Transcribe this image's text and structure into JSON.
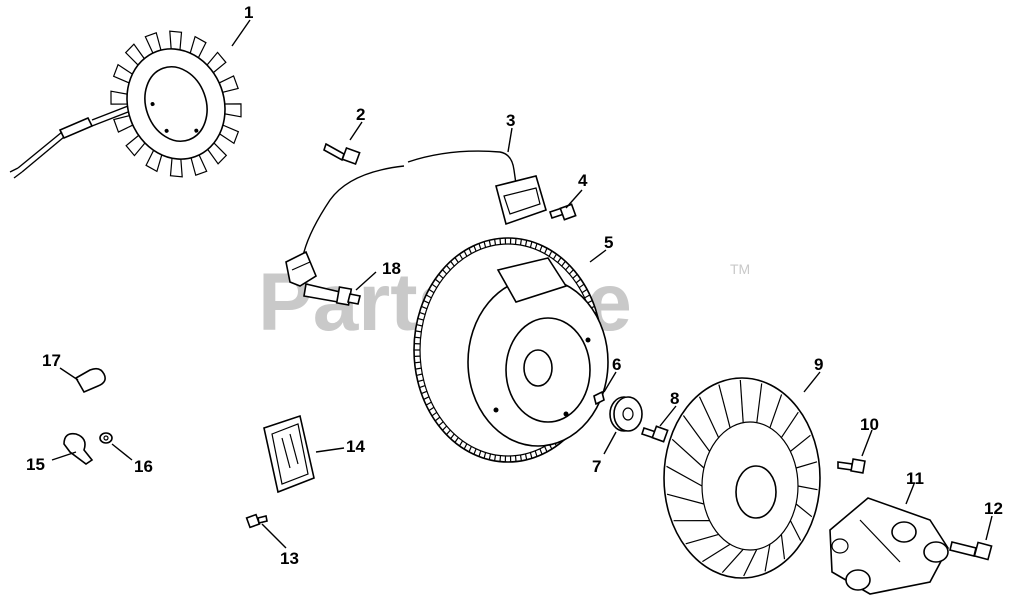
{
  "watermark": {
    "text": "PartsTree",
    "tm": "TM"
  },
  "callouts": [
    "1",
    "2",
    "3",
    "4",
    "5",
    "6",
    "7",
    "8",
    "9",
    "10",
    "11",
    "12",
    "13",
    "14",
    "15",
    "16",
    "17",
    "18"
  ]
}
